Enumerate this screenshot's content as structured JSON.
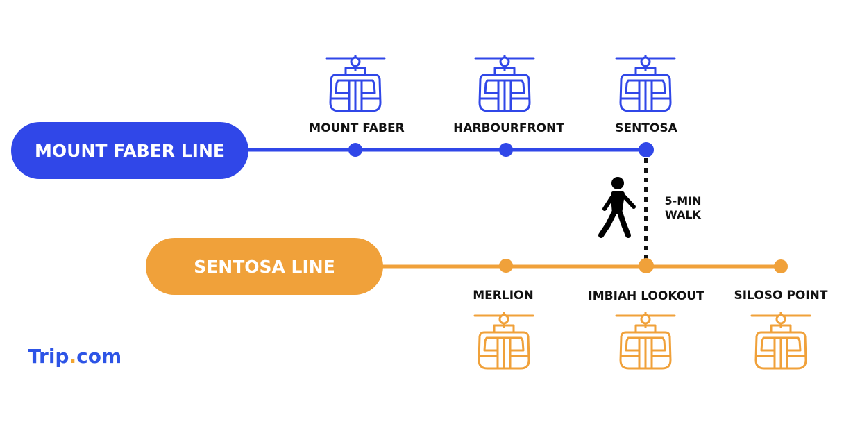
{
  "colors": {
    "mount_faber": "#3047e8",
    "sentosa": "#f0a13a",
    "walk": "#111111",
    "brand": "#2d54e6"
  },
  "lines": {
    "mount_faber": {
      "label": "MOUNT FABER LINE",
      "stations": [
        "MOUNT FABER",
        "HARBOURFRONT",
        "SENTOSA"
      ]
    },
    "sentosa": {
      "label": "SENTOSA LINE",
      "stations": [
        "MERLION",
        "IMBIAH LOOKOUT",
        "SILOSO POINT"
      ]
    }
  },
  "transfer": {
    "walk_line1": "5-MIN",
    "walk_line2": "WALK",
    "icon": "walking-person-icon",
    "from": "SENTOSA",
    "to": "IMBIAH LOOKOUT"
  },
  "station_icon": "cable-car-icon",
  "brand": {
    "text_a": "Trip",
    "text_b": "com"
  }
}
